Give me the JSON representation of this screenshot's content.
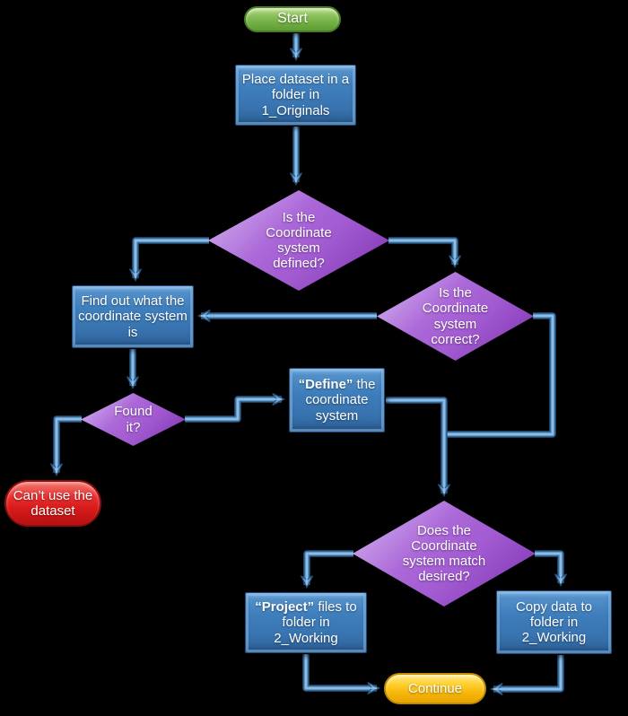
{
  "diagram": {
    "background_color": "#000000",
    "text_color": "#ffffff",
    "connector_color": "#5b9bd5",
    "nodes": {
      "start": {
        "label": "Start",
        "type": "terminator",
        "fill": "#76b34a"
      },
      "place_dataset": {
        "label": "Place dataset in a folder in 1_Originals",
        "type": "process",
        "fill": "#3c7ab8"
      },
      "is_defined": {
        "label": "Is the Coordinate system defined?",
        "type": "decision",
        "fill": "#a55fd3"
      },
      "find_out": {
        "label": "Find out what the coordinate system is",
        "type": "process",
        "fill": "#3c7ab8"
      },
      "is_correct": {
        "label": "Is the Coordinate system correct?",
        "type": "decision",
        "fill": "#a55fd3"
      },
      "found_it": {
        "label": "Found it?",
        "type": "decision",
        "fill": "#a55fd3"
      },
      "define": {
        "label_bold": "“Define”",
        "label_rest": " the coordinate system",
        "type": "process",
        "fill": "#3c7ab8"
      },
      "cant_use": {
        "label": "Can’t use the dataset",
        "type": "terminator",
        "fill": "#d91e1e"
      },
      "match_desired": {
        "label": "Does the Coordinate system match desired?",
        "type": "decision",
        "fill": "#a55fd3"
      },
      "project": {
        "label_bold": "“Project”",
        "label_rest": " files to folder in 2_Working",
        "type": "process",
        "fill": "#3c7ab8"
      },
      "copy_data": {
        "label": "Copy data to folder in 2_Working",
        "type": "process",
        "fill": "#3c7ab8"
      },
      "continue": {
        "label": "Continue",
        "type": "terminator",
        "fill": "#f2b705"
      }
    },
    "edges": [
      {
        "from": "start",
        "to": "place_dataset"
      },
      {
        "from": "place_dataset",
        "to": "is_defined"
      },
      {
        "from": "is_defined",
        "to": "find_out"
      },
      {
        "from": "is_defined",
        "to": "is_correct"
      },
      {
        "from": "is_correct",
        "to": "find_out"
      },
      {
        "from": "is_correct",
        "to": "match_desired"
      },
      {
        "from": "find_out",
        "to": "found_it"
      },
      {
        "from": "found_it",
        "to": "cant_use"
      },
      {
        "from": "found_it",
        "to": "define"
      },
      {
        "from": "define",
        "to": "match_desired"
      },
      {
        "from": "match_desired",
        "to": "project"
      },
      {
        "from": "match_desired",
        "to": "copy_data"
      },
      {
        "from": "project",
        "to": "continue"
      },
      {
        "from": "copy_data",
        "to": "continue"
      }
    ]
  }
}
